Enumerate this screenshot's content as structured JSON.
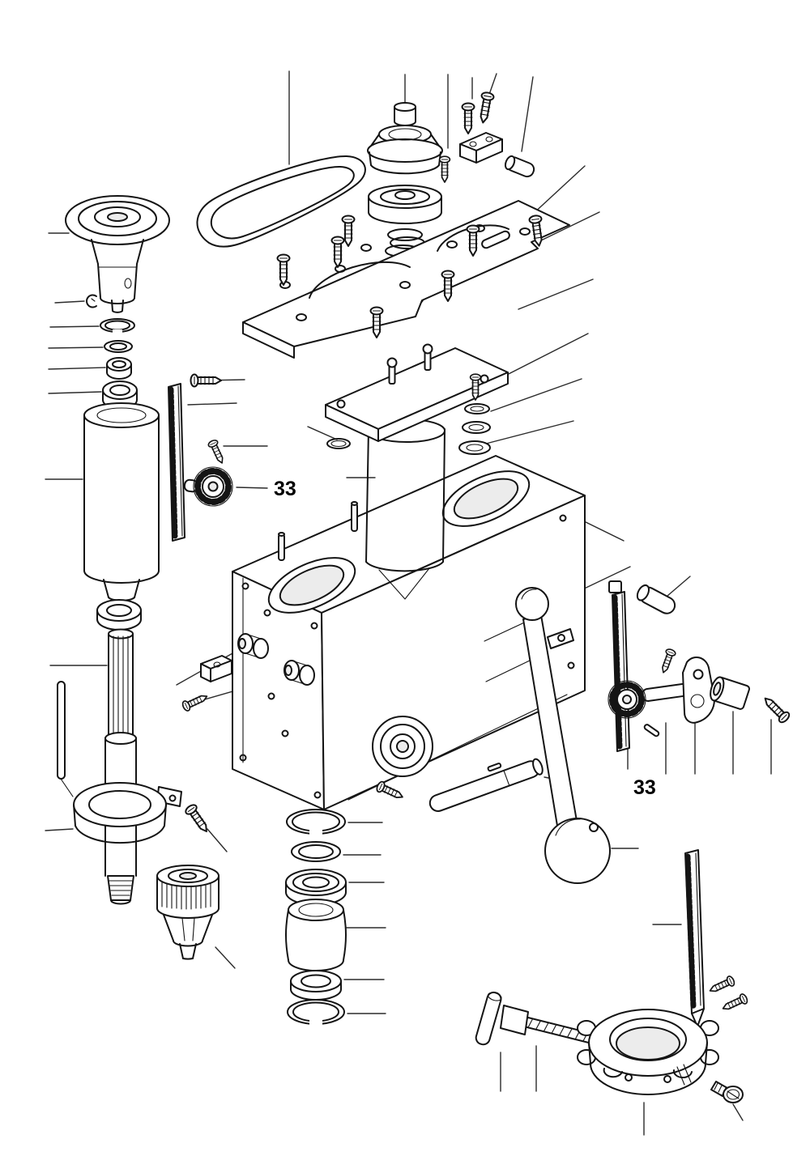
{
  "diagram": {
    "type": "exploded-parts-diagram",
    "background": "#ffffff",
    "line_color": "#141414",
    "shade_color": "#ececec",
    "callouts": [
      {
        "text": "33",
        "target": "pinion-gear-upper"
      },
      {
        "text": "33",
        "target": "pinion-gear-lower"
      }
    ],
    "parts": [
      "drive-belt",
      "motor-pulley",
      "spindle-pulley",
      "spring",
      "cone-spacer",
      "mounting-bracket",
      "pin",
      "motor-mount-plate",
      "spindle-top-plate",
      "washer-stack",
      "retaining-ring",
      "headstock-casting",
      "spindle-quill-tube",
      "rack-upper",
      "pinion-gear-upper",
      "rack-lower",
      "pinion-gear-lower",
      "roll-pin",
      "cam-lever",
      "bushing-sleeve",
      "feed-handle-arm",
      "handle-ball-knob",
      "cross-rod",
      "feed-hub",
      "e-clip",
      "snap-ring-small",
      "flat-washer",
      "collar-nut",
      "ball-bearing-upper",
      "quill-cylinder",
      "bearing-lower",
      "spline-shaft",
      "spindle-shaft",
      "handle-rod",
      "clamp-collar",
      "threaded-tip",
      "drill-chuck",
      "switch-bracket",
      "snap-ring-upper",
      "flat-ring",
      "ball-bearing-large",
      "spacer-sleeve",
      "bearing-small",
      "snap-ring-lower",
      "rack-column",
      "clamp-bolt",
      "tommy-bar",
      "column-clamp-collar",
      "set-screw-large",
      "screw",
      "stud"
    ]
  }
}
